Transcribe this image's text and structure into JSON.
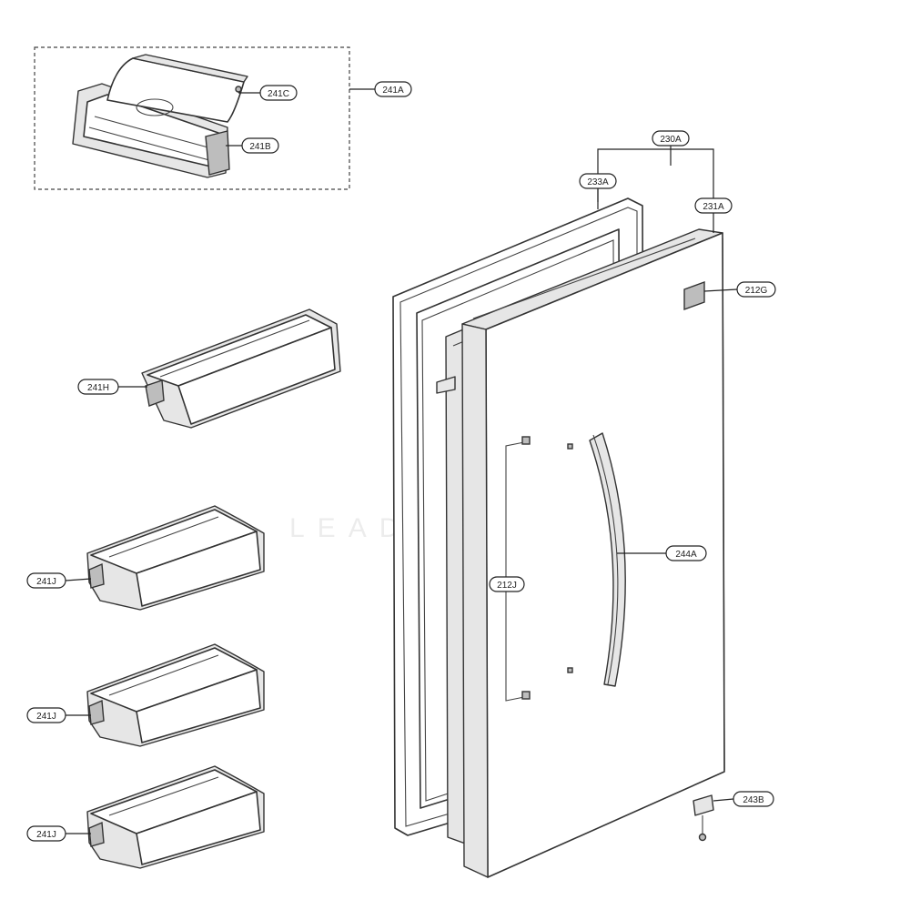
{
  "diagram": {
    "type": "exploded parts diagram",
    "subject": "refrigerator door, door bins, gasket and handle",
    "watermark_text": "LEADVENTURE",
    "line_color": "#333333",
    "background_color": "#ffffff"
  },
  "callouts": {
    "c_241A": "241A",
    "c_241C": "241C",
    "c_241B": "241B",
    "c_230A": "230A",
    "c_233A": "233A",
    "c_231A": "231A",
    "c_212G": "212G",
    "c_241H": "241H",
    "c_241J_1": "241J",
    "c_241J_2": "241J",
    "c_241J_3": "241J",
    "c_244A": "244A",
    "c_212J": "212J",
    "c_243B": "243B"
  },
  "parts": [
    {
      "id": "241A",
      "icon": "dairy-bin-assembly-icon"
    },
    {
      "id": "241C",
      "icon": "bin-cover-icon"
    },
    {
      "id": "241B",
      "icon": "dairy-bin-icon"
    },
    {
      "id": "230A",
      "icon": "door-assembly-icon"
    },
    {
      "id": "233A",
      "icon": "door-gasket-icon"
    },
    {
      "id": "231A",
      "icon": "door-foam-assembly-icon"
    },
    {
      "id": "212G",
      "icon": "logo-badge-icon"
    },
    {
      "id": "241H",
      "icon": "door-bin-icon"
    },
    {
      "id": "241J",
      "icon": "door-bin-icon"
    },
    {
      "id": "244A",
      "icon": "door-handle-icon"
    },
    {
      "id": "212J",
      "icon": "handle-mount-screws-icon"
    },
    {
      "id": "243B",
      "icon": "hinge-bracket-icon"
    }
  ]
}
